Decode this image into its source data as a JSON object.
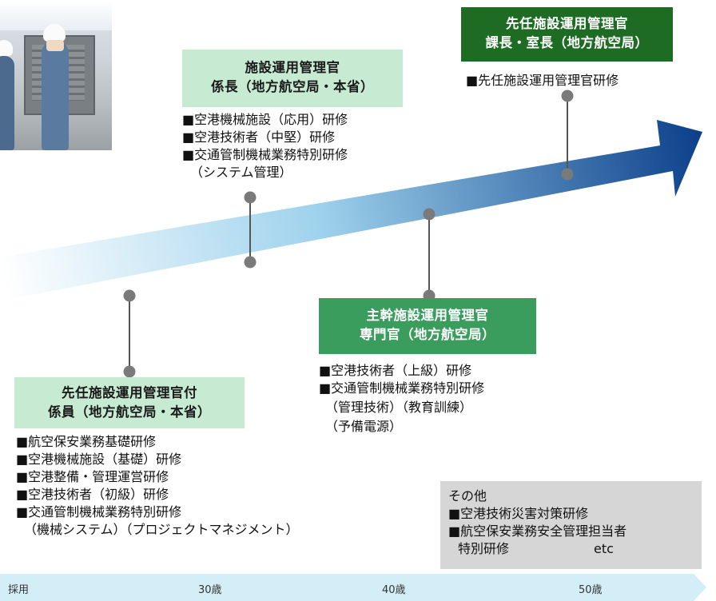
{
  "photo": {
    "alt": "施設点検の写真"
  },
  "colors": {
    "box_light": "#c6ebd2",
    "box_mid": "#3a9d5d",
    "box_dark": "#1e6b24",
    "arrow_start": "#ffffff",
    "arrow_mid": "#9ed2ec",
    "arrow_end": "#0b3f8a",
    "connector": "#555555",
    "node": "#7a7a7a",
    "timeline": "#d4eef7"
  },
  "stages": [
    {
      "title_line1": "先任施設運用管理官付",
      "title_line2": "係員（地方航空局・本省）",
      "items": [
        "■航空保安業務基礎研修",
        "■空港機械施設（基礎）研修",
        "■空港整備・管理運営研修",
        "■空港技術者（初級）研修",
        "■交通管制機械業務特別研修",
        "（機械システム）（プロジェクトマネジメント）"
      ]
    },
    {
      "title_line1": "施設運用管理官",
      "title_line2": "係長（地方航空局・本省）",
      "items": [
        "■空港機械施設（応用）研修",
        "■空港技術者（中堅）研修",
        "■交通管制機械業務特別研修",
        "（システム管理）"
      ]
    },
    {
      "title_line1": "主幹施設運用管理官",
      "title_line2": "専門官（地方航空局）",
      "items": [
        "■空港技術者（上級）研修",
        "■交通管制機械業務特別研修",
        "（管理技術）（教育訓練）",
        "（予備電源）"
      ]
    },
    {
      "title_line1": "先任施設運用管理官",
      "title_line2": "課長・室長（地方航空局）",
      "items": [
        "■先任施設運用管理官研修"
      ]
    }
  ],
  "other": {
    "heading": "その他",
    "items": [
      "■空港技術災害対策研修",
      "■航空保安業務安全管理担当者",
      "特別研修",
      "etc"
    ]
  },
  "timeline": {
    "labels": [
      "採用",
      "30歳",
      "40歳",
      "50歳"
    ]
  }
}
